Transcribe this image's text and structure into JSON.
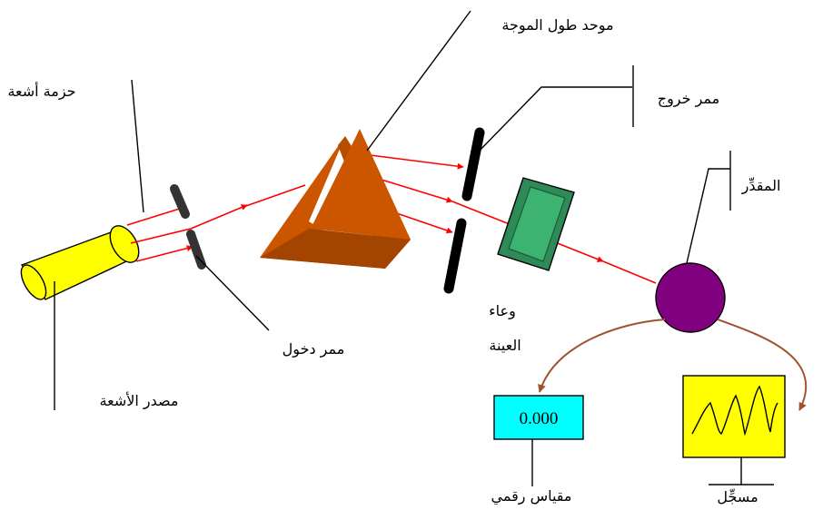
{
  "labels": {
    "monochromator": "موحد طول الموجة",
    "beam": "حزمة أشعة",
    "exit_slit": "ممر خروج",
    "detector": "المقدِّر",
    "entrance_slit": "ممر دخول",
    "sample_container_line1": "وعاء",
    "sample_container_line2": "العينة",
    "radiation_source": "مصدر الأشعة",
    "digital_meter": "مقياس رقمي",
    "recorder": "مسجِّل"
  },
  "digital_meter": {
    "value": "0.000"
  },
  "colors": {
    "light_ray": "#ff0000",
    "source_tube": "#ffff00",
    "prism": "#cc5500",
    "sample_cell": "#2e8b57",
    "detector": "#800080",
    "meter_screen": "#00ffff",
    "recorder_screen": "#ffff00",
    "signal_curve": "#a0522d",
    "slit": "#000000"
  },
  "icons": {
    "arrowhead": "arrowhead-icon"
  }
}
